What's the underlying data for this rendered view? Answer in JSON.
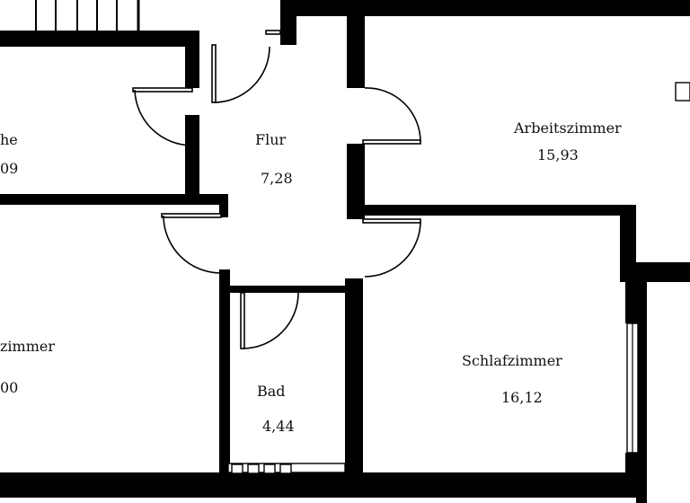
{
  "rooms": {
    "kueche": {
      "name": "he",
      "area": "09"
    },
    "flur": {
      "name": "Flur",
      "area": "7,28"
    },
    "arbeit": {
      "name": "Arbeitszimmer",
      "area": "15,93"
    },
    "wohn": {
      "name": "zimmer",
      "area": "00"
    },
    "bad": {
      "name": "Bad",
      "area": "4,44"
    },
    "schlaf": {
      "name": "Schlafzimmer",
      "area": "16,12"
    }
  }
}
